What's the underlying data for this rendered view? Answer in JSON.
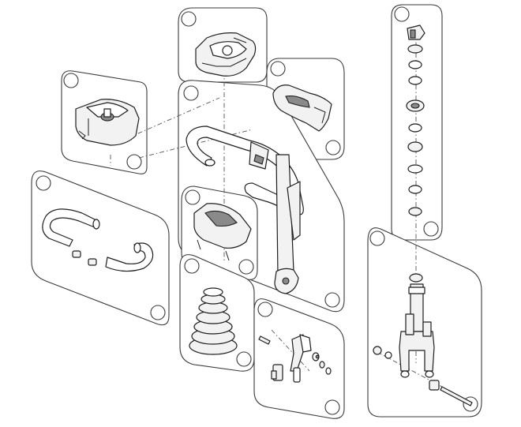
{
  "diagram": {
    "kind": "exploded-parts-view",
    "colors": {
      "line": "#1e1e1e",
      "panel_border": "#3a3a3a",
      "fill": "#f2f2f2",
      "background": "#ffffff"
    },
    "panels": [
      {
        "id": "top-cover-panel"
      },
      {
        "id": "upper-shell-panel"
      },
      {
        "id": "tank-panel"
      },
      {
        "id": "handlebar-frame-panel"
      },
      {
        "id": "loose-handlebar-panel"
      },
      {
        "id": "lower-shroud-panel"
      },
      {
        "id": "bellows-panel"
      },
      {
        "id": "hardware-panel"
      },
      {
        "id": "steering-stack-panel"
      },
      {
        "id": "fork-panel"
      }
    ]
  }
}
